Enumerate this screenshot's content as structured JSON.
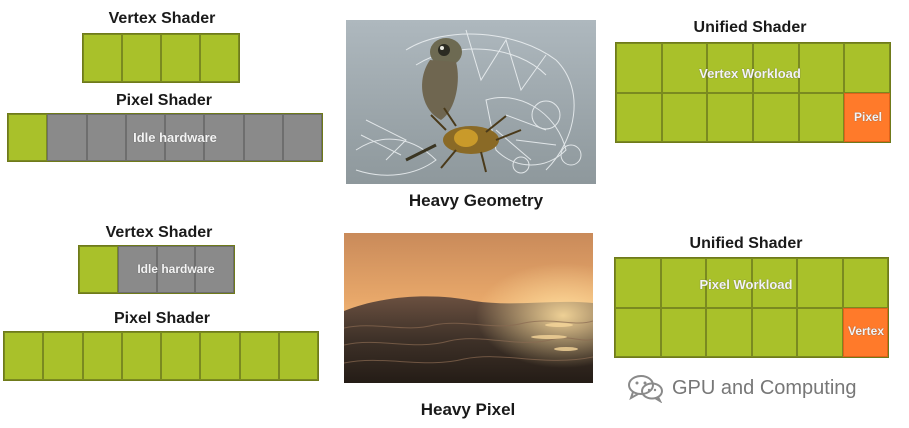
{
  "heavy_geometry": {
    "vertex_title": "Vertex Shader",
    "pixel_title": "Pixel Shader",
    "pixel_idle_label": "Idle hardware",
    "caption": "Heavy Geometry",
    "unified_title": "Unified Shader",
    "unified_workload_label": "Vertex Workload",
    "unified_corner_label": "Pixel"
  },
  "heavy_pixel": {
    "vertex_title": "Vertex Shader",
    "vertex_idle_label": "Idle hardware",
    "pixel_title": "Pixel Shader",
    "caption": "Heavy Pixel",
    "unified_title": "Unified Shader",
    "unified_workload_label": "Pixel Workload",
    "unified_corner_label": "Vertex"
  },
  "watermark": {
    "text": "GPU and Computing",
    "icon": "wechat-icon"
  },
  "colors": {
    "active": "#a9c12a",
    "idle": "#8a8a8a",
    "highlight": "#ff7a2a"
  }
}
